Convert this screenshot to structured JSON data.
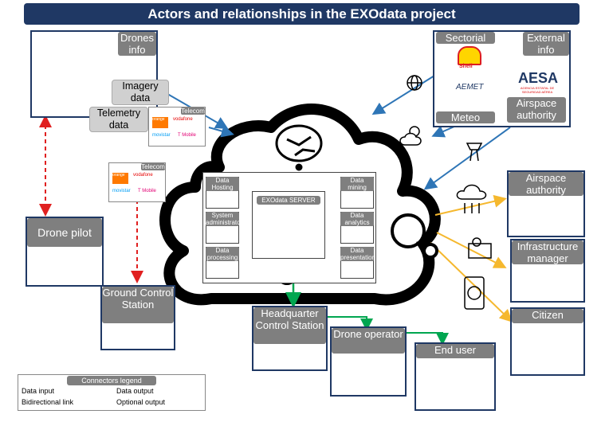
{
  "title": "Actors and relationships in the EXOdata project",
  "drones_info": "Drones info",
  "imagery_data": "Imagery data",
  "telemetry_data": "Telemetry data",
  "telecom": "Telecom",
  "telecom_logos": [
    "orange",
    "vodafone",
    "movistar",
    "T Mobile"
  ],
  "sectorial": "Sectorial",
  "shell": "Shell",
  "external_info": "External info",
  "aemet": "AEMET",
  "aesa": "AESA",
  "aesa_sub": "AGENCIA ESTATAL DE SEGURIDAD AÉREA",
  "meteo": "Meteo",
  "airspace_authority_ext": "Airspace authority",
  "server": {
    "title": "EXOdata SERVER",
    "data_hosting": "Data Hosting",
    "system_administrator": "System administrator",
    "data_processing": "Data processing",
    "data_mining": "Data mining",
    "data_analytics": "Data analytics",
    "data_presentation": "Data presentation"
  },
  "drone_pilot": "Drone pilot",
  "ground_control_station": "Ground Control Station",
  "headquarter_control_station": "Headquarter Control Station",
  "drone_operator": "Drone operator",
  "end_user": "End user",
  "airspace_authority_out": "Airspace authority",
  "infrastructure_manager": "Infrastructure manager",
  "citizen": "Citizen",
  "legend": {
    "title": "Connectors legend",
    "data_input": "Data input",
    "data_output": "Data output",
    "bidirectional_link": "Bidirectional link",
    "optional_output": "Optional output"
  },
  "colors": {
    "title_bg": "#1f3864",
    "data_input": "#2e75b6",
    "data_output": "#00a650",
    "bidirectional": "#e02020",
    "optional": "#f5b82e",
    "label_bg": "#7f7f7f"
  }
}
